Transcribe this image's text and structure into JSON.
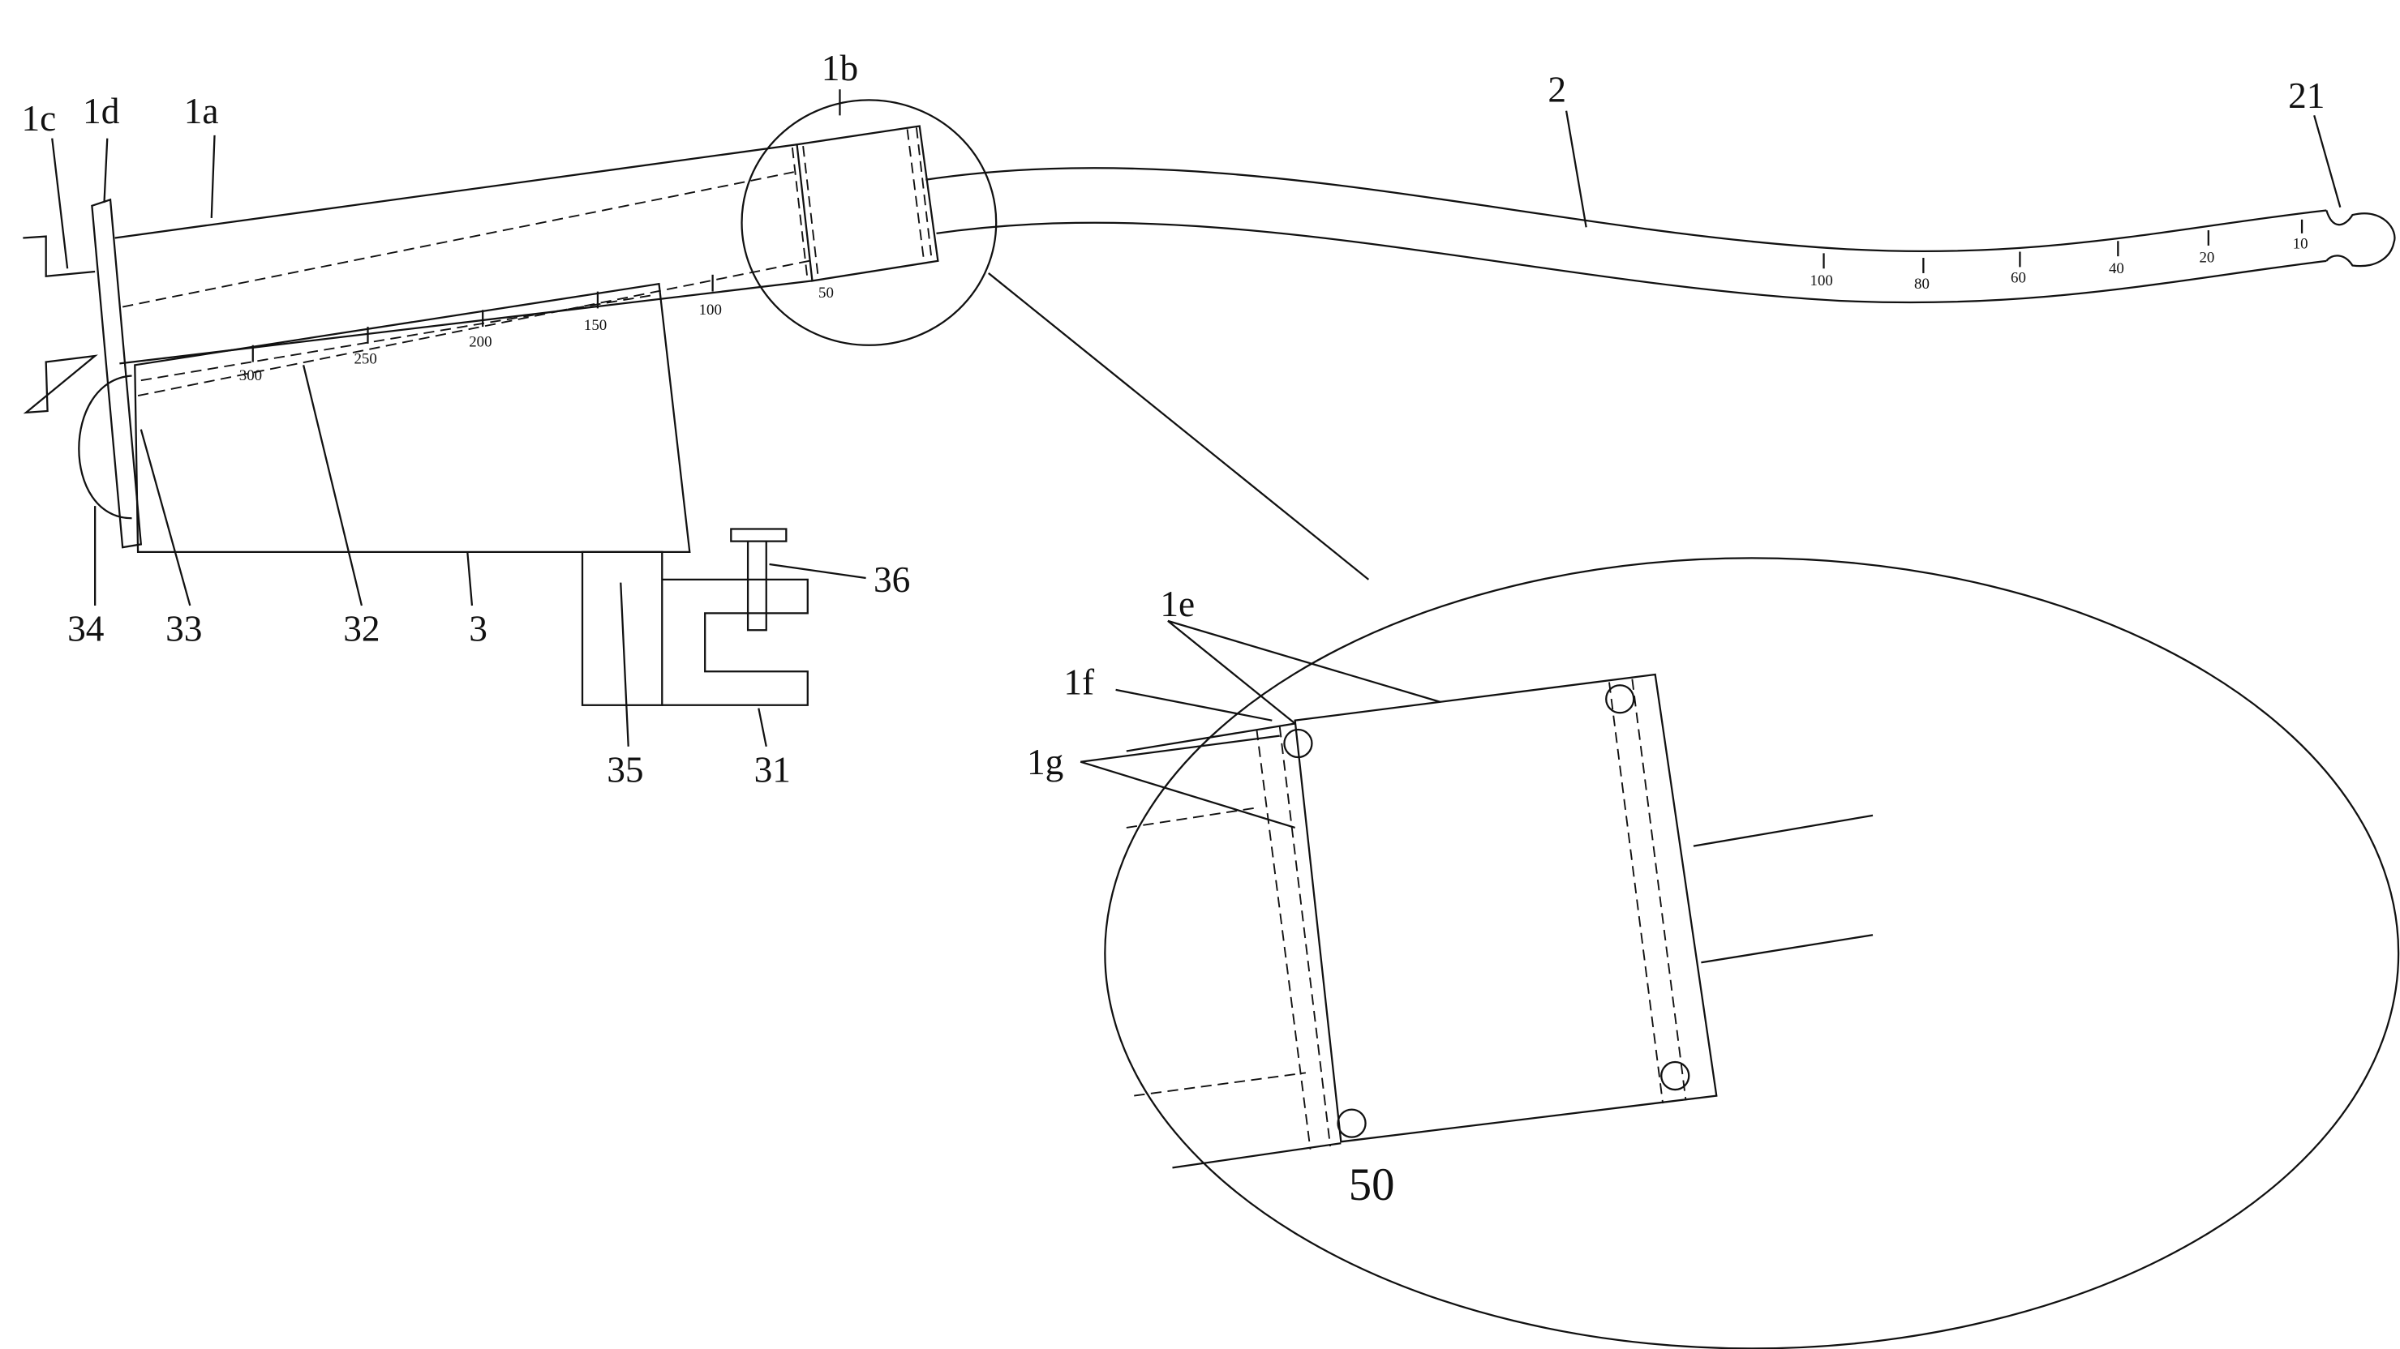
{
  "labels": {
    "l1c": "1c",
    "l1d": "1d",
    "l1a": "1a",
    "l1b": "1b",
    "l2": "2",
    "l21": "21",
    "l34": "34",
    "l33": "33",
    "l32": "32",
    "l3": "3",
    "l36": "36",
    "l35": "35",
    "l31": "31",
    "l1e": "1e",
    "l1f": "1f",
    "l1g": "1g",
    "l50": "50"
  },
  "box_scale": [
    "300",
    "250",
    "200",
    "150",
    "100",
    "50"
  ],
  "tube_scale": [
    "100",
    "80",
    "60",
    "40",
    "20",
    "10"
  ]
}
